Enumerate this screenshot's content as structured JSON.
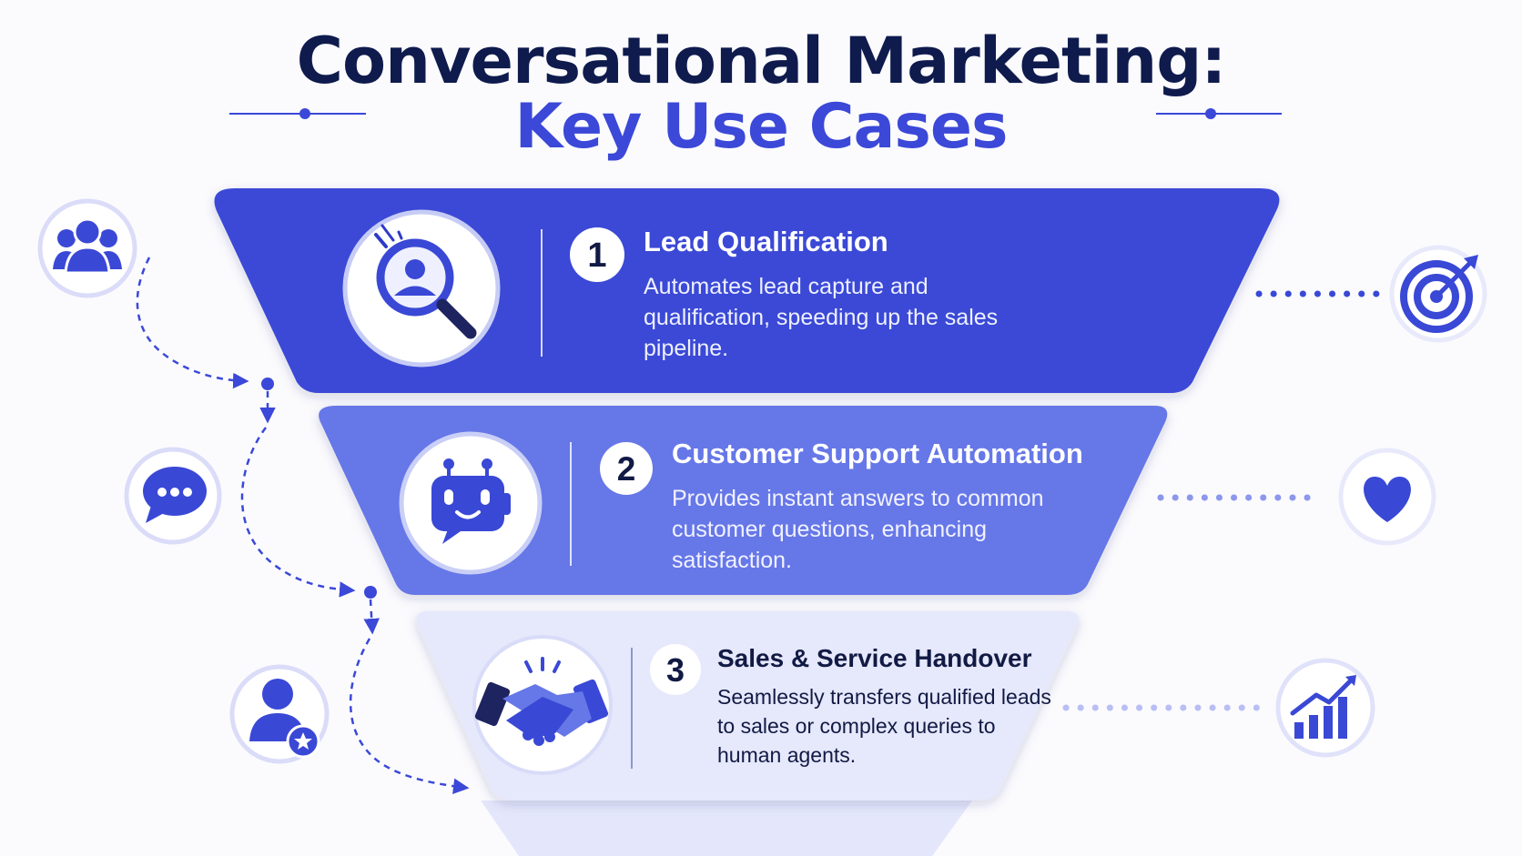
{
  "title": {
    "line1": "Conversational Marketing:",
    "line2": "Key Use Cases"
  },
  "colors": {
    "navy": "#0f1b4d",
    "accent": "#3b48d8",
    "tier1": "#3a48d6",
    "tier2": "#6677e8",
    "tier3": "#e6e8fb"
  },
  "tiers": [
    {
      "number": "1",
      "title": "Lead Qualification",
      "description": "Automates lead capture and qualification, speeding up the sales pipeline.",
      "center_icon": "magnifier-user-icon",
      "side_icon": "target-icon"
    },
    {
      "number": "2",
      "title": "Customer Support Automation",
      "description": "Provides instant answers to common customer questions, enhancing satisfaction.",
      "center_icon": "chatbot-icon",
      "side_icon": "heart-icon"
    },
    {
      "number": "3",
      "title": "Sales & Service Handover",
      "description": "Seamlessly transfers qualified leads to sales or complex queries to human agents.",
      "center_icon": "handshake-icon",
      "side_icon": "growth-chart-icon"
    }
  ],
  "left_icons": [
    "users-group-icon",
    "chat-bubble-icon",
    "user-star-icon"
  ]
}
